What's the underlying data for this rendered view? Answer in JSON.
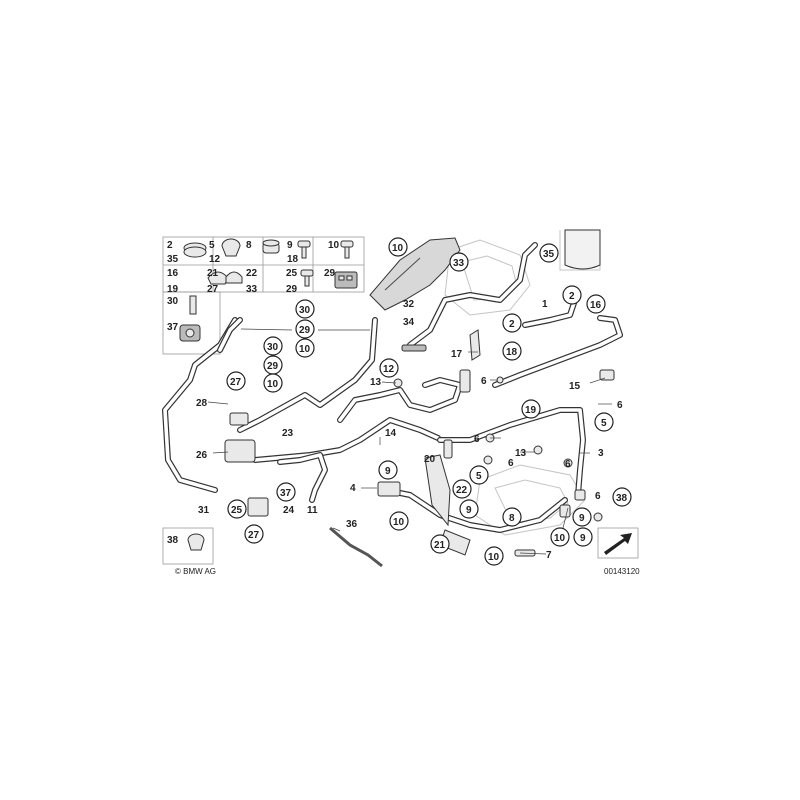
{
  "callout_numbers": [
    "2",
    "35",
    "5",
    "12",
    "8",
    "9",
    "18",
    "10",
    "16",
    "21",
    "19",
    "27",
    "22",
    "33",
    "25",
    "29",
    "30",
    "37",
    "38",
    "1",
    "3",
    "4",
    "6",
    "7",
    "11",
    "13",
    "14",
    "15",
    "17",
    "20",
    "23",
    "24",
    "26",
    "28",
    "31",
    "32",
    "34",
    "36"
  ],
  "copyright": "© BMW AG",
  "diagram_id": "00143120",
  "colors": {
    "line": "#333333",
    "part_fill": "#e9e9e9",
    "background": "#ffffff"
  },
  "icons": {
    "direction_arrow": "arrow-icon"
  }
}
